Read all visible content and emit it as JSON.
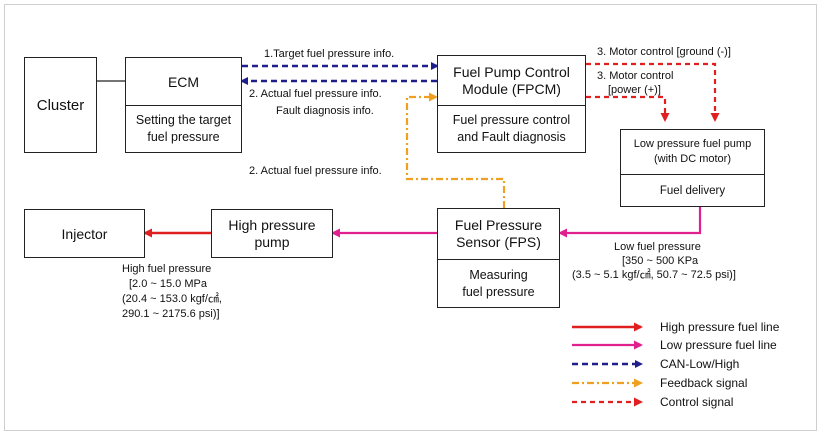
{
  "boxes": {
    "cluster": {
      "title": "Cluster"
    },
    "ecm": {
      "title": "ECM",
      "subtitle_line1": "Setting the target",
      "subtitle_line2": "fuel pressure"
    },
    "fpcm": {
      "title_line1": "Fuel Pump Control",
      "title_line2": "Module (FPCM)",
      "subtitle_line1": "Fuel pressure control",
      "subtitle_line2": "and Fault diagnosis"
    },
    "low_pump": {
      "title_line1": "Low pressure fuel pump",
      "title_line2": "(with DC motor)",
      "subtitle": "Fuel delivery"
    },
    "fps": {
      "title_line1": "Fuel Pressure",
      "title_line2": "Sensor (FPS)",
      "subtitle_line1": "Measuring",
      "subtitle_line2": "fuel pressure"
    },
    "high_pump": {
      "title_line1": "High pressure",
      "title_line2": "pump"
    },
    "injector": {
      "title": "Injector"
    }
  },
  "labels": {
    "target_info": "1.Target fuel pressure info.",
    "actual_info_top": "2. Actual  fuel pressure info.",
    "fault_info": "Fault diagnosis info.",
    "actual_info_mid": "2. Actual  fuel pressure info.",
    "motor_ground": "3. Motor control [ground (-)]",
    "motor_power_line1": "3. Motor control",
    "motor_power_line2": "[power (+)]",
    "low_fuel_line1": "Low fuel pressure",
    "low_fuel_line2": "[350 ~ 500 KPa",
    "low_fuel_line3": "(3.5 ~ 5.1 kgf/㎠, 50.7 ~ 72.5 psi)]",
    "high_fuel_line1": "High fuel pressure",
    "high_fuel_line2": "[2.0 ~ 15.0 MPa",
    "high_fuel_line3": "(20.4 ~ 153.0 kgf/㎠,",
    "high_fuel_line4": "290.1 ~ 2175.6 psi)]"
  },
  "legend": [
    {
      "label": "High pressure fuel line",
      "color": "#e02020",
      "style": "solid"
    },
    {
      "label": "Low pressure fuel line",
      "color": "#e0208e",
      "style": "solid"
    },
    {
      "label": "CAN-Low/High",
      "color": "#1f1f8c",
      "style": "dashed"
    },
    {
      "label": "Feedback signal",
      "color": "#f0a020",
      "style": "dashdot"
    },
    {
      "label": "Control signal",
      "color": "#e02020",
      "style": "dashed"
    }
  ],
  "colors": {
    "high_pressure": "#e02020",
    "low_pressure": "#e0208e",
    "can": "#1f1f8c",
    "feedback": "#f0a020",
    "control": "#e02020"
  }
}
